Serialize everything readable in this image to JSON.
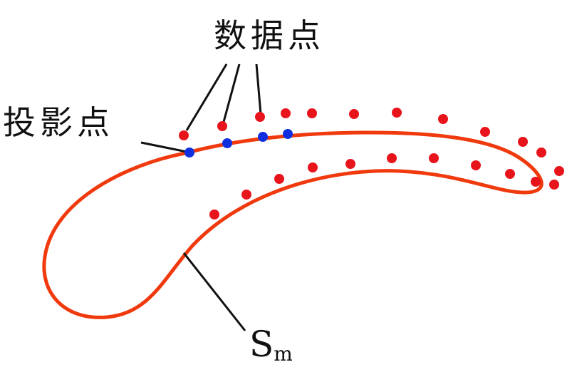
{
  "labels": {
    "data_points": "数据点",
    "projection_points": "投影点",
    "surface_main": "S",
    "surface_sub": "m"
  },
  "colors": {
    "curve": "#f03a0e",
    "data_point": "#e8141c",
    "projection_point": "#1030e0",
    "leader": "#111111"
  }
}
